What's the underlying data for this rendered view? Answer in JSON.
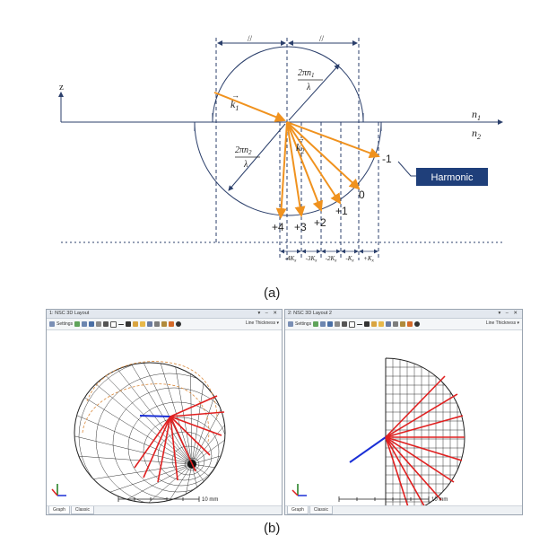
{
  "diagram_a": {
    "axis_z": "z",
    "n1": "n",
    "n1_sub": "1",
    "n2": "n",
    "n2_sub": "2",
    "equal_mark_left": "//",
    "equal_mark_right": "//",
    "radius1_num": "2πn",
    "radius1_sub": "1",
    "radius1_den": "λ",
    "radius2_num": "2πn",
    "radius2_sub": "2",
    "radius2_den": "λ",
    "k1": "k",
    "k1_sub": "1",
    "k2": "k",
    "k2_sub": "2",
    "order_minus1": "-1",
    "order_0": "0",
    "order_p1": "+1",
    "order_p2": "+2",
    "order_p3": "+3",
    "order_p4": "+4",
    "harmonic_label": "Harmonic",
    "kx_labels": [
      "-4K",
      "-3K",
      "-2K",
      "-K",
      "+K"
    ],
    "kx_sub": "x",
    "colors": {
      "ray": "#f0921e",
      "harmonic_box": "#1f3f7a",
      "line": "#2b3f6b"
    }
  },
  "caption_a": "(a)",
  "caption_b": "(b)",
  "window_left": {
    "title": "1: NSC 3D Layout",
    "controls": "▾ – ✕",
    "settings_label": "Settings",
    "line_thickness_label": "Line Thickness ▾",
    "scale_label": "10 mm",
    "tabs": [
      "Graph",
      "Classic"
    ]
  },
  "window_right": {
    "title": "2: NSC 3D Layout 2",
    "controls": "▾ – ✕",
    "settings_label": "Settings",
    "line_thickness_label": "Line Thickness ▾",
    "scale_label": "10 mm",
    "tabs": [
      "Graph",
      "Classic"
    ]
  }
}
